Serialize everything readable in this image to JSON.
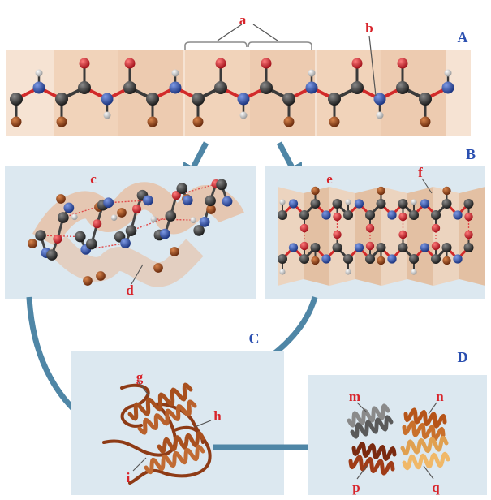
{
  "section_labels": {
    "A": "A",
    "B": "B",
    "C": "C",
    "D": "D"
  },
  "part_labels": {
    "a": "a",
    "b": "b",
    "c": "c",
    "d": "d",
    "e": "e",
    "f": "f",
    "g": "g",
    "h": "h",
    "i": "i",
    "m": "m",
    "n": "n",
    "p": "p",
    "q": "q"
  },
  "colors": {
    "carbon": "#2b2b2b",
    "oxygen": "#c8202a",
    "nitrogen": "#2a4a9e",
    "hydrogen": "#c9c9c9",
    "side_chain": "#9a4a1e",
    "peptide_plane": "#f1d2b8",
    "panel_bg": "#dce8f0",
    "arrow": "#4f86a6",
    "label_red": "#d8232a",
    "label_blue": "#2a4fb0"
  }
}
